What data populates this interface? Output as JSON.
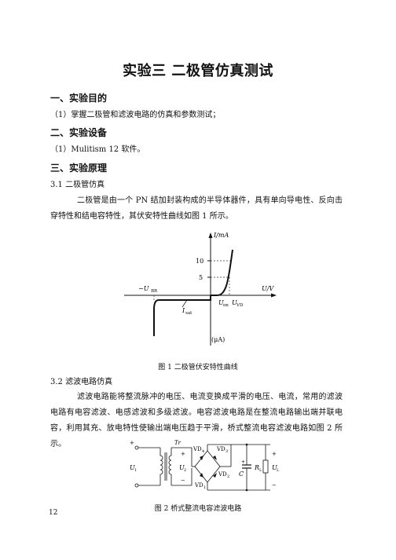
{
  "title": "实验三  二极管仿真测试",
  "sections": {
    "s1": {
      "heading": "一、实验目的",
      "item1": "（1）掌握二极管和滤波电路的仿真和参数测试；"
    },
    "s2": {
      "heading": "二、实验设备",
      "item1": "（1）Mulitism 12  软件。"
    },
    "s3": {
      "heading": "三、实验原理",
      "sub1": "3.1  二极管仿真",
      "para1": "二极管是由一个 PN 结加封装构成的半导体器件，具有单向导电性、反向击穿特性和结电容特性，其伏安特性曲线如图 1 所示。",
      "sub2": "3.2  滤波电路仿真",
      "para2": "滤波电路能将整流脉冲的电压、电流变换成平滑的电压、电流，常用的滤波电路有电容滤波、电感滤波和多级滤波。电容滤波电路是在整流电路输出端并联电容，利用其充、放电特性使输出端电压趋于平滑，桥式整流电容滤波电路如图 2 所示。"
    }
  },
  "figure1": {
    "caption": "图 1  二极管伏安特性曲线",
    "labels": {
      "y_axis": "I/mA",
      "x_axis": "U/V",
      "tick_10": "10",
      "tick_5": "5",
      "u_br": "−U",
      "u_br_sub": "BR",
      "i_sat": "I",
      "i_sat_sub": "sat",
      "u_on": "U",
      "u_on_sub": "on",
      "u_vd": "U",
      "u_vd_sub": "VD",
      "neg_unit": "(μA)"
    }
  },
  "figure2": {
    "caption": "图 2  桥式整流电容滤波电路",
    "labels": {
      "tr": "Tr",
      "u1": "U",
      "u1_sub": "1",
      "u2": "U",
      "u2_sub": "2",
      "vd1": "VD",
      "vd1_sub": "1",
      "vd2": "VD",
      "vd2_sub": "2",
      "vd3": "VD",
      "vd3_sub": "3",
      "vd4": "VD",
      "vd4_sub": "4",
      "c": "C",
      "rl": "R",
      "rl_sub": "L",
      "ul": "U",
      "ul_sub": "L",
      "plus": "+",
      "minus": "−"
    }
  },
  "page_number": "12"
}
